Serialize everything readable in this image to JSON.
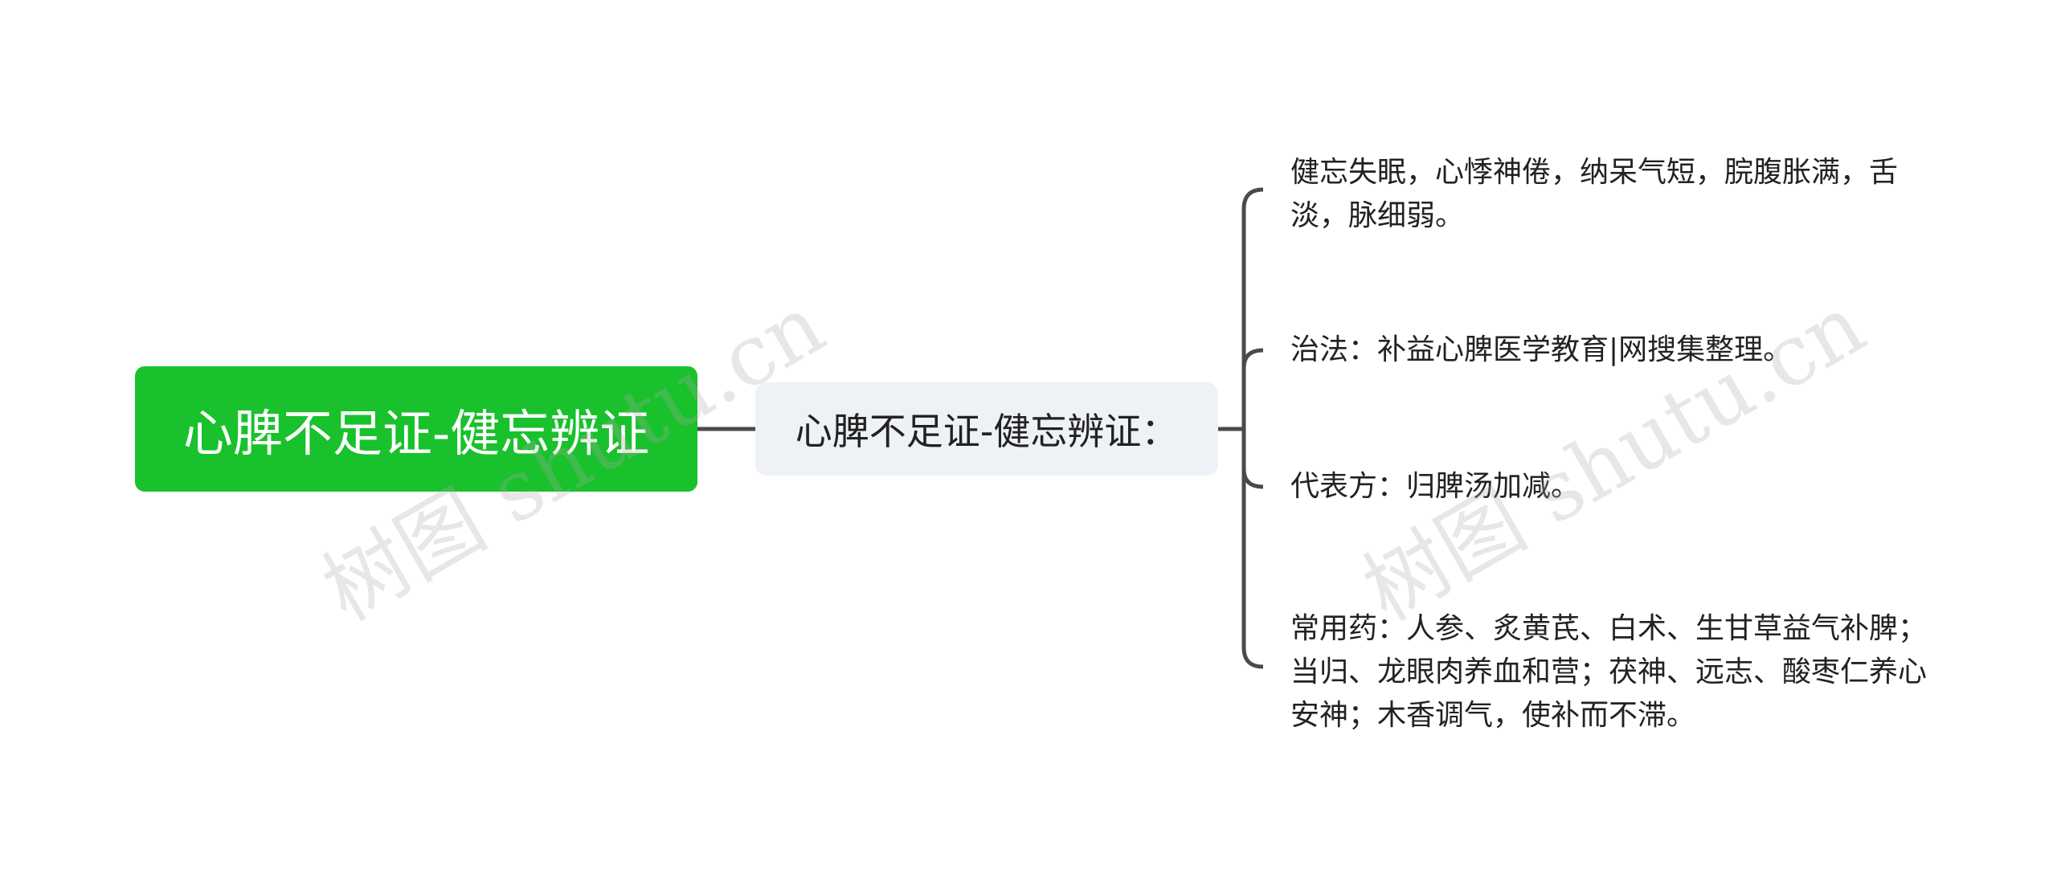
{
  "root": {
    "label": "心脾不足证-健忘辨证",
    "color": "#19c12c"
  },
  "mid": {
    "label": "心脾不足证-健忘辨证："
  },
  "leaves": [
    {
      "text": "健忘失眠，心悸神倦，纳呆气短，脘腹胀满，舌淡，脉细弱。"
    },
    {
      "text": "治法：补益心脾医学教育|网搜集整理。"
    },
    {
      "text": "代表方：归脾汤加减。"
    },
    {
      "text": "常用药：人参、炙黄芪、白术、生甘草益气补脾；当归、龙眼肉养血和营；茯神、远志、酸枣仁养心安神；木香调气，使补而不滞。"
    }
  ],
  "watermarks": [
    "树图 shutu.cn",
    "树图 shutu.cn"
  ]
}
